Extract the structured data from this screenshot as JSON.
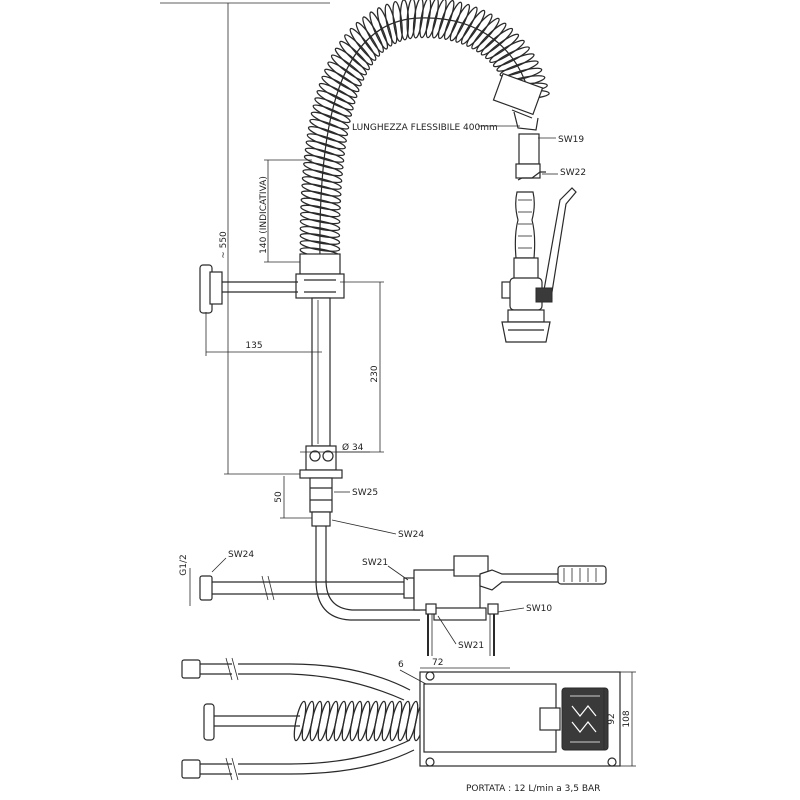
{
  "labels": {
    "hose_length": "LUNGHEZZA FLESSIBILE 400mm",
    "sw19": "SW19",
    "sw22": "SW22",
    "sw25": "SW25",
    "sw24_pipe": "SW24",
    "sw24_inlet": "SW24",
    "sw21_top": "SW21",
    "sw21_bottom": "SW21",
    "sw10": "SW10",
    "inlet_thread": "G1/2",
    "flow_rate": "PORTATA : 12 L/min a 3,5 BAR"
  },
  "dimensions": {
    "overall_height": "~ 550",
    "indicative": "140 (INDICATIVA)",
    "arm_reach": "135",
    "column_height": "230",
    "diameter": "Ø 34",
    "base_height": "50",
    "pedal_offset": "6",
    "pedal_width": "72",
    "pedal_depth_inner": "92",
    "pedal_depth_outer": "108"
  }
}
